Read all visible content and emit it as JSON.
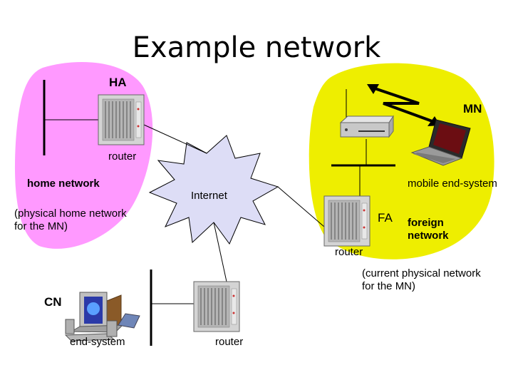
{
  "title": "Example network",
  "labels": {
    "ha": "HA",
    "mn": "MN",
    "router_home": "router",
    "home_network": "home network",
    "physical_home": "(physical home network\nfor the MN)",
    "internet": "Internet",
    "mobile_end_system": "mobile end-system",
    "fa": "FA",
    "foreign_network": "foreign\nnetwork",
    "router_foreign": "router",
    "current_physical": "(current physical network\nfor the MN)",
    "cn": "CN",
    "end_system": "end-system",
    "router_bottom": "router"
  },
  "colors": {
    "home_region": "#ff99ff",
    "foreign_region": "#eeee00",
    "internet_cloud": "#ddddf6"
  },
  "icons": [
    "router-rack-icon",
    "wireless-link-icon",
    "desktop-router-icon",
    "laptop-icon",
    "computer-icon"
  ]
}
